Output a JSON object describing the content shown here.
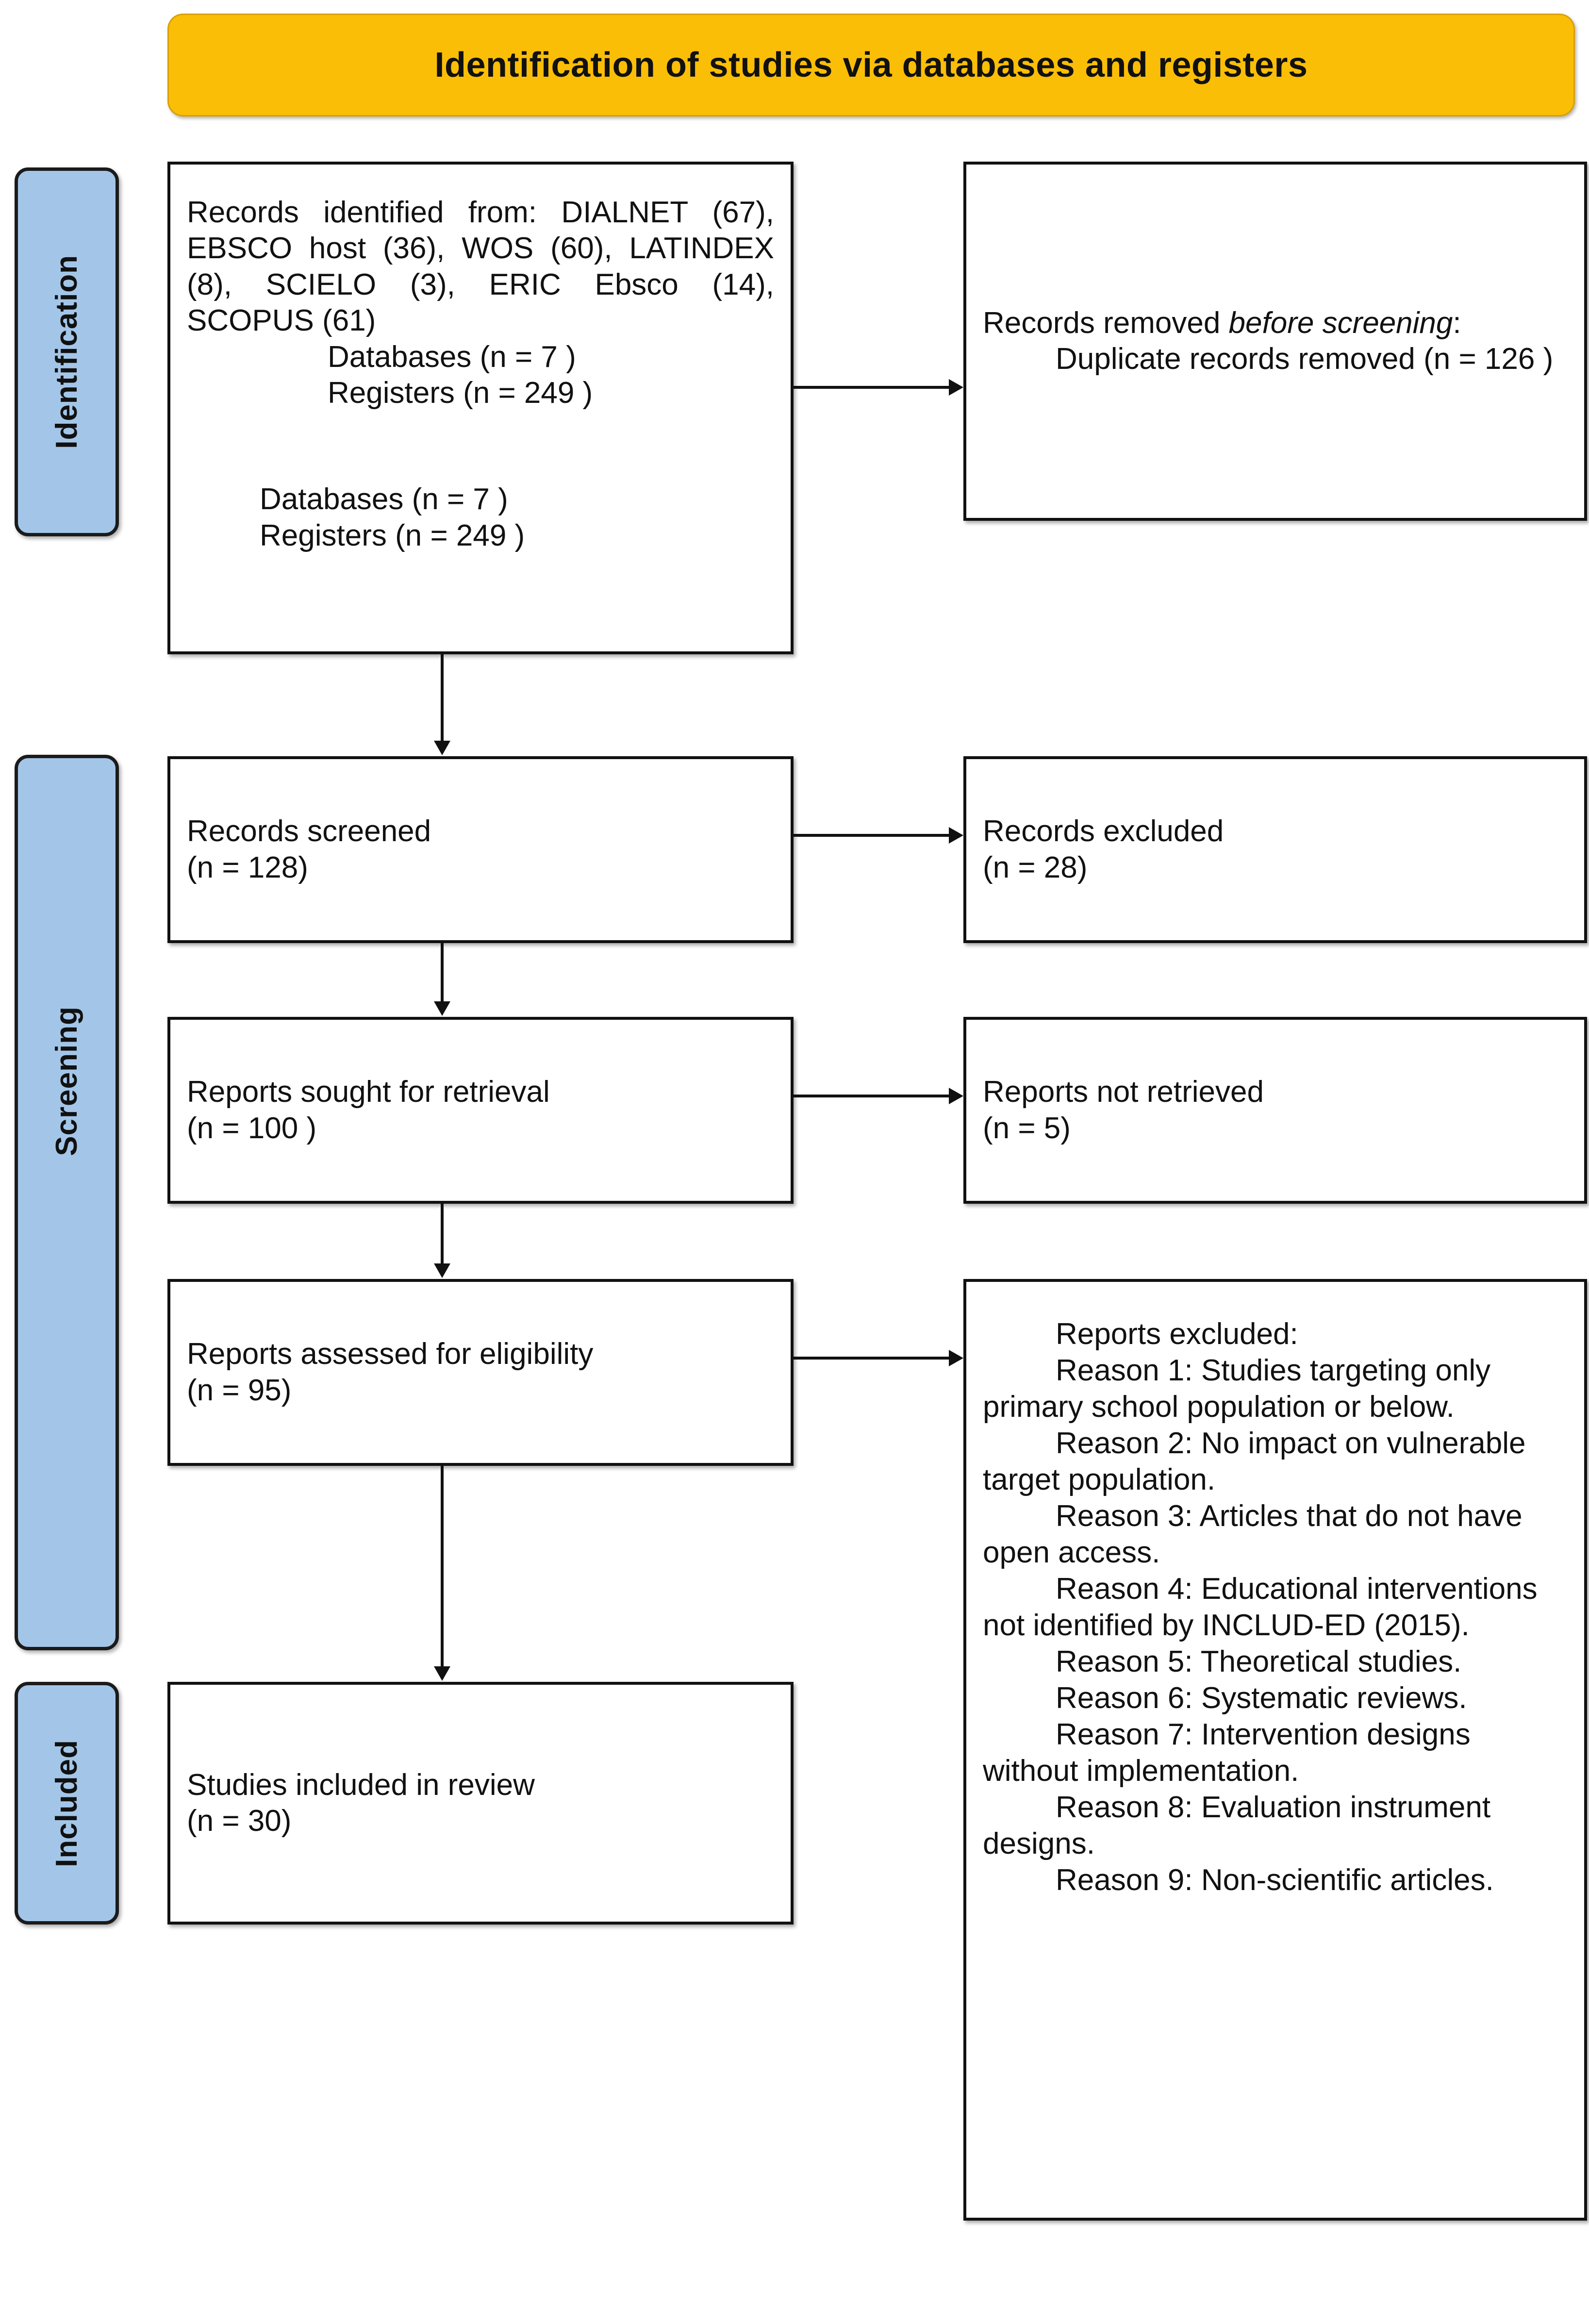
{
  "banner": {
    "title": "Identification of studies via databases and registers"
  },
  "stages": [
    {
      "id": "identification",
      "label": "Identification"
    },
    {
      "id": "screening",
      "label": "Screening"
    },
    {
      "id": "included",
      "label": "Included"
    }
  ],
  "boxes": {
    "identified": {
      "line1": "Records identified from: DIALNET (67), EBSCO host (36), WOS (60), LATINDEX (8), SCIELO (3), ERIC Ebsco (14), SCOPUS (61)",
      "line2": "Databases (n = 7 )",
      "line3": "Registers (n = 249 )",
      "line4": "Databases (n = 7 )",
      "line5": "Registers (n = 249 )"
    },
    "removed": {
      "lead": "Records removed ",
      "lead_italic": "before screening",
      "lead_tail": ":",
      "detail": "Duplicate records removed  (n = 126 )"
    },
    "screened": {
      "line1": "Records screened",
      "line2": "(n = 128)"
    },
    "excluded": {
      "line1": "Records excluded",
      "line2": "(n = 28)"
    },
    "sought": {
      "line1": "Reports sought for retrieval",
      "line2": "(n = 100 )"
    },
    "not_retrieved": {
      "line1": "Reports not retrieved",
      "line2": "(n = 5)"
    },
    "assessed": {
      "line1": "Reports assessed for eligibility",
      "line2": "(n = 95)"
    },
    "reports_excluded": {
      "heading": "Reports excluded:",
      "reasons": [
        "Reason 1: Studies targeting only primary school population or below.",
        "Reason 2: No impact on vulnerable target population.",
        "Reason 3: Articles that do not have open access.",
        "Reason 4: Educational interventions not identified by INCLUD-ED (2015).",
        "Reason 5: Theoretical studies.",
        "Reason 6: Systematic reviews.",
        "Reason 7: Intervention designs without implementation.",
        "Reason 8: Evaluation instrument designs.",
        "Reason 9: Non-scientific articles."
      ]
    },
    "included": {
      "line1": "Studies included in review",
      "line2": "(n = 30)"
    }
  },
  "colors": {
    "banner": "#FBBE06",
    "stage": "#A3C6E8",
    "box_border": "#111111",
    "text": "#111111"
  }
}
